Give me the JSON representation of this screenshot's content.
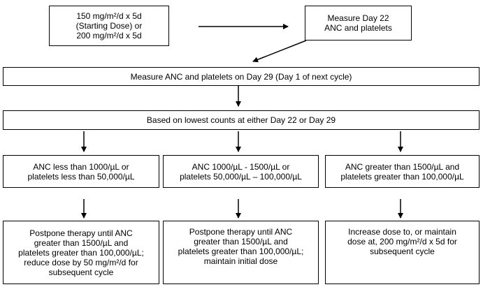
{
  "boxes": {
    "starting_dose": {
      "lines": [
        "150 mg/m²/d x 5d",
        "(Starting Dose) or",
        "200 mg/m²/d x 5d"
      ]
    },
    "measure_day22": {
      "lines": [
        "Measure Day 22",
        "ANC and platelets"
      ]
    },
    "measure_day29": {
      "lines": [
        "Measure ANC and platelets on Day 29 (Day 1 of next cycle)"
      ]
    },
    "lowest_counts": {
      "lines": [
        "Based on lowest counts at either Day 22 or Day 29"
      ]
    },
    "condition_low": {
      "lines": [
        "ANC less than 1000/µL or",
        "platelets less than 50,000/µL"
      ]
    },
    "condition_mid": {
      "lines": [
        "ANC 1000/µL - 1500/µL or",
        "platelets 50,000/µL – 100,000/µL"
      ]
    },
    "condition_high": {
      "lines": [
        "ANC greater than 1500/µL and",
        "platelets greater than 100,000/µL"
      ]
    },
    "action_low": {
      "lines": [
        "Postpone therapy until ANC",
        "greater than 1500/µL and",
        "platelets greater than 100,000/µL;",
        "reduce dose by 50 mg/m²/d for",
        "subsequent cycle"
      ]
    },
    "action_mid": {
      "lines": [
        "Postpone therapy until ANC",
        "greater than 1500/µL and",
        "platelets greater than 100,000/µL;",
        "maintain initial dose"
      ]
    },
    "action_high": {
      "lines": [
        "Increase dose to, or maintain",
        "dose at, 200 mg/m²/d x 5d for",
        "subsequent cycle"
      ]
    }
  }
}
